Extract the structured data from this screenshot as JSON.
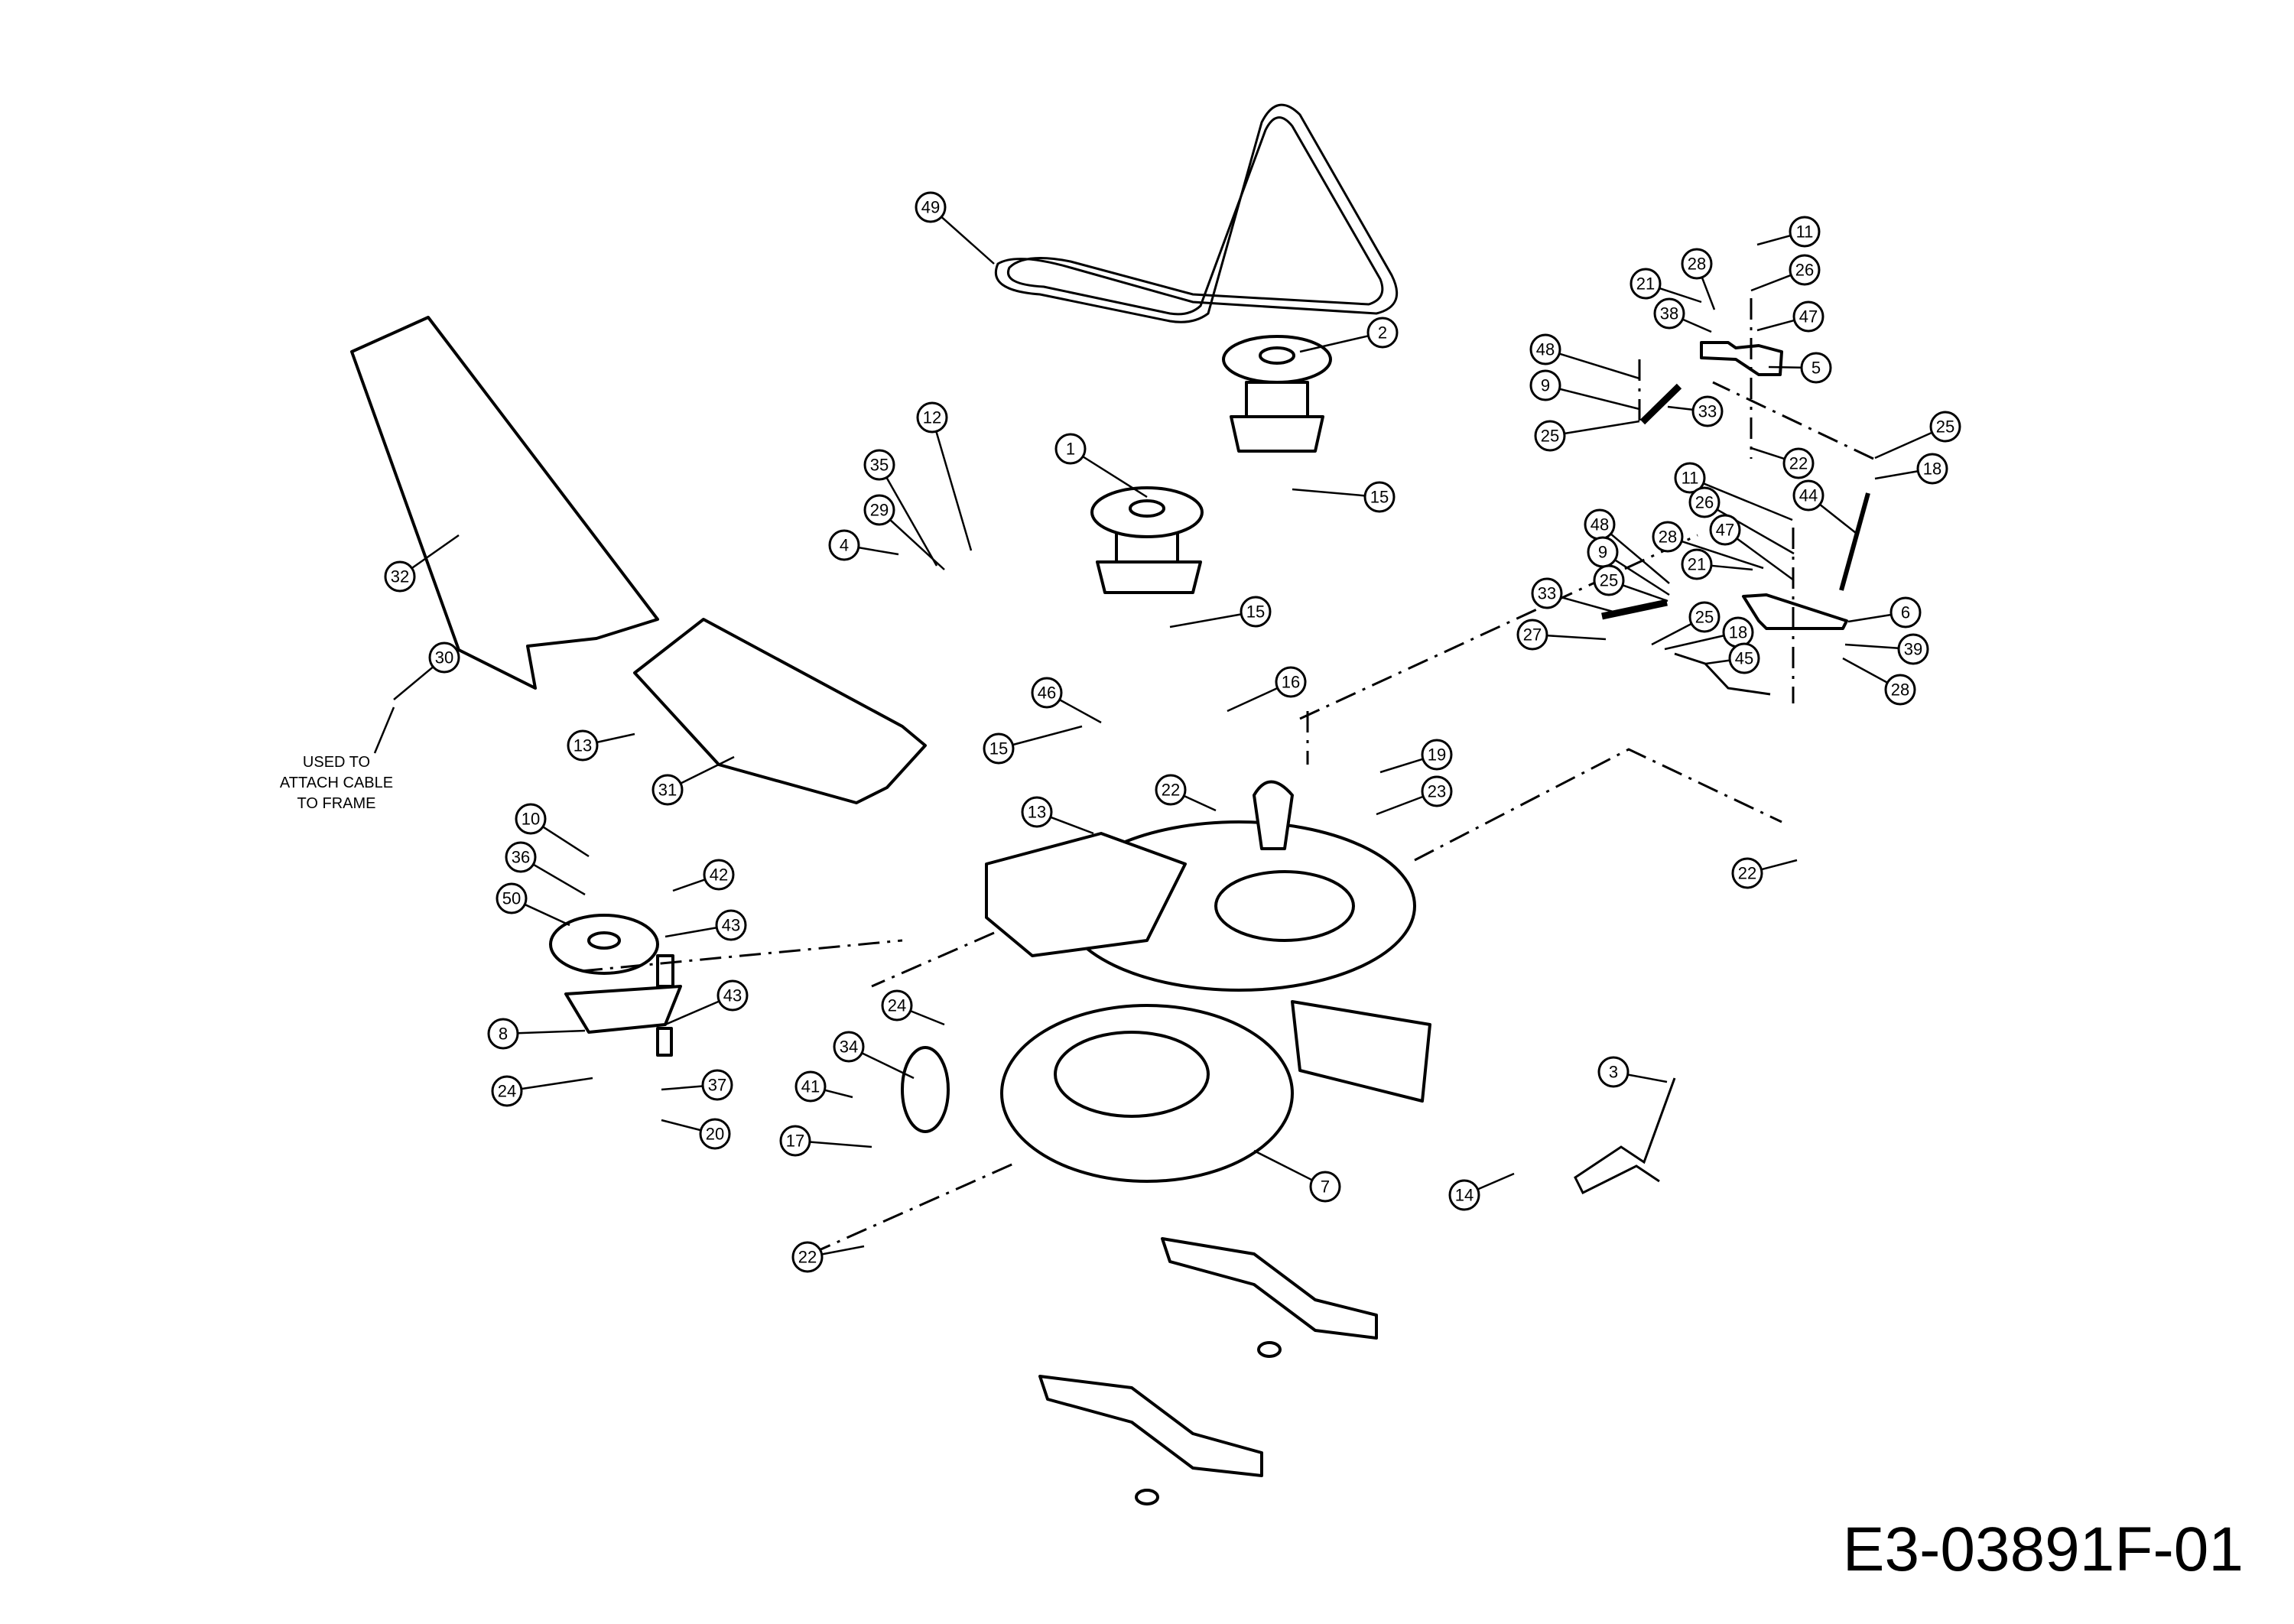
{
  "diagram": {
    "drawing_code": "E3-03891F-01",
    "note": [
      "USED TO",
      "ATTACH CABLE",
      "TO FRAME"
    ],
    "callouts": [
      "49",
      "2",
      "1",
      "12",
      "35",
      "29",
      "4",
      "15",
      "15",
      "32",
      "30",
      "13",
      "31",
      "46",
      "15",
      "16",
      "13",
      "22",
      "19",
      "23",
      "10",
      "36",
      "42",
      "50",
      "43",
      "43",
      "8",
      "24",
      "37",
      "20",
      "24",
      "34",
      "41",
      "17",
      "7",
      "22",
      "3",
      "14",
      "11",
      "28",
      "26",
      "21",
      "38",
      "47",
      "48",
      "5",
      "9",
      "33",
      "25",
      "25",
      "22",
      "18",
      "11",
      "44",
      "26",
      "48",
      "28",
      "47",
      "9",
      "21",
      "25",
      "33",
      "6",
      "25",
      "18",
      "27",
      "45",
      "39",
      "28",
      "22"
    ]
  }
}
